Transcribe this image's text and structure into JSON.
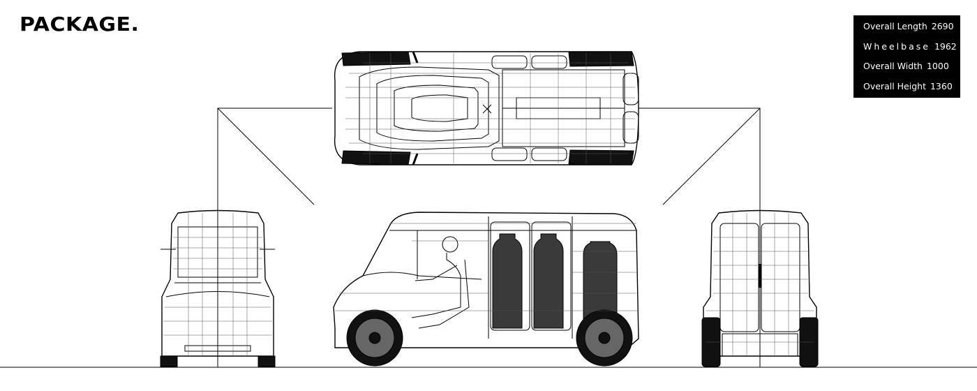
{
  "header": {
    "title": "PACKAGE."
  },
  "specs": [
    {
      "label": "Overall Length",
      "value": "2690"
    },
    {
      "label": "Wheelbase",
      "value": "1962"
    },
    {
      "label": "Overall Width",
      "value": "1000"
    },
    {
      "label": "Overall Height",
      "value": "1360"
    }
  ],
  "colors": {
    "ink": "#000000",
    "background": "#ffffff",
    "cargo_fill": "#3a3a3a",
    "spec_panel": "#000000"
  },
  "views": [
    "top-view",
    "front-view",
    "side-view",
    "rear-view"
  ]
}
